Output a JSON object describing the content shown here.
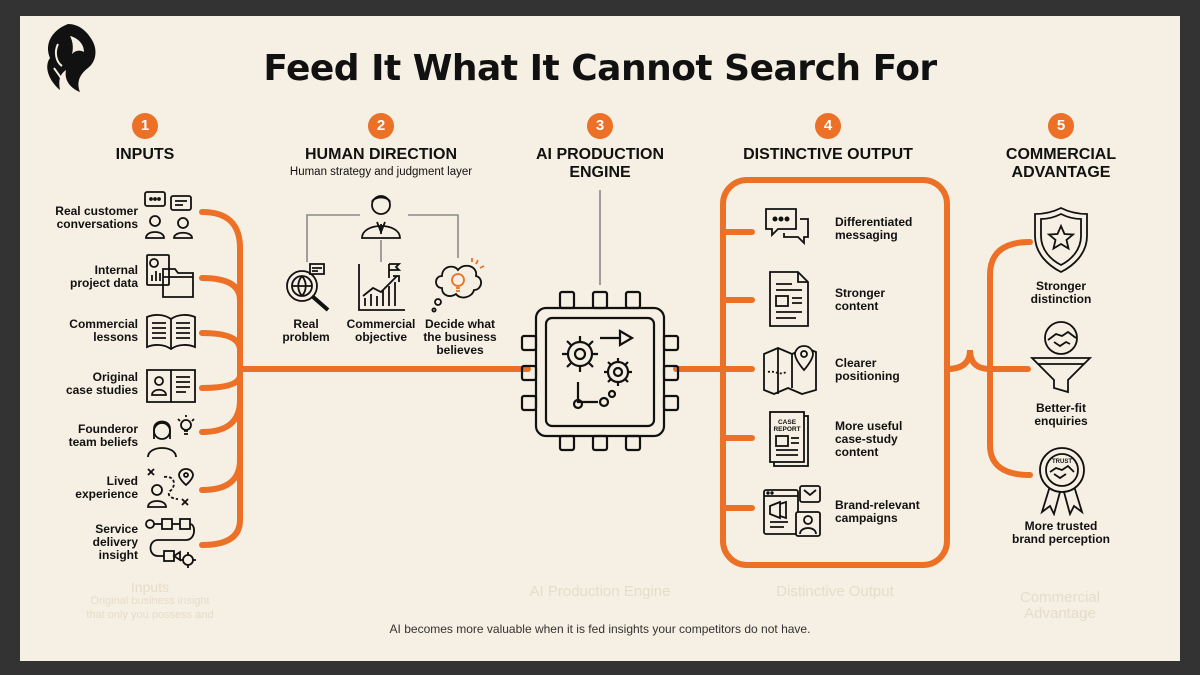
{
  "title": "Feed It What It Cannot Search For",
  "footer": "AI becomes more valuable when it is fed insights your competitors do not have.",
  "colors": {
    "accent": "#ec7025",
    "background": "#f6efe3",
    "frame": "#333333",
    "ink": "#111111"
  },
  "columns": [
    {
      "number": "1",
      "heading": "INPUTS"
    },
    {
      "number": "2",
      "heading": "HUMAN DIRECTION",
      "subheading": "Human strategy and judgment layer"
    },
    {
      "number": "3",
      "heading_line1": "AI PRODUCTION",
      "heading_line2": "ENGINE"
    },
    {
      "number": "4",
      "heading": "DISTINCTIVE OUTPUT"
    },
    {
      "number": "5",
      "heading_line1": "COMMERCIAL",
      "heading_line2": "ADVANTAGE"
    }
  ],
  "inputs": [
    {
      "line1": "Real customer",
      "line2": "conversations",
      "icon": "conversation-people-icon"
    },
    {
      "line1": "Internal",
      "line2": "project data",
      "icon": "document-folder-icon"
    },
    {
      "line1": "Commercial",
      "line2": "lessons",
      "icon": "open-book-icon"
    },
    {
      "line1": "Original",
      "line2": "case studies",
      "icon": "profile-book-icon"
    },
    {
      "line1": "Founderor",
      "line2": "team beliefs",
      "icon": "person-lightbulb-icon"
    },
    {
      "line1": "Lived",
      "line2": "experience",
      "icon": "person-journey-icon"
    },
    {
      "line1": "Service",
      "line2": "delivery",
      "line3": "insight",
      "icon": "process-flow-icon"
    }
  ],
  "direction": [
    {
      "line1": "Real",
      "line2": "problem",
      "icon": "globe-magnifier-icon"
    },
    {
      "line1": "Commercial",
      "line2": "objective",
      "icon": "growth-chart-flag-icon"
    },
    {
      "line1": "Decide what",
      "line2": "the business",
      "line3": "believes",
      "icon": "thought-lightbulb-icon"
    }
  ],
  "outputs": [
    {
      "line1": "Differentiated",
      "line2": "messaging",
      "icon": "chat-bubbles-icon"
    },
    {
      "line1": "Stronger",
      "line2": "content",
      "icon": "document-icon"
    },
    {
      "line1": "Clearer",
      "line2": "positioning",
      "icon": "map-pin-icon"
    },
    {
      "line1": "More useful",
      "line2": "case-study",
      "line3": "content",
      "icon": "case-report-icon",
      "icon_text_1": "CASE",
      "icon_text_2": "REPORT"
    },
    {
      "line1": "Brand-relevant",
      "line2": "campaigns",
      "icon": "campaign-megaphone-icon"
    }
  ],
  "advantages": [
    {
      "line1": "Stronger",
      "line2": "distinction",
      "icon": "shield-star-icon"
    },
    {
      "line1": "Better-fit",
      "line2": "enquiries",
      "icon": "funnel-handshake-icon"
    },
    {
      "line1": "More trusted",
      "line2": "brand perception",
      "icon": "trust-badge-icon",
      "icon_text": "TRUST"
    }
  ],
  "ghost_labels": [
    {
      "line1": "Inputs",
      "line2": "Original business insight",
      "line3": "that only you possess and"
    },
    {
      "line1": "AI Production Engine"
    },
    {
      "line1": "Distinctive Output"
    },
    {
      "line1": "Commercial",
      "line2": "Advantage"
    }
  ]
}
